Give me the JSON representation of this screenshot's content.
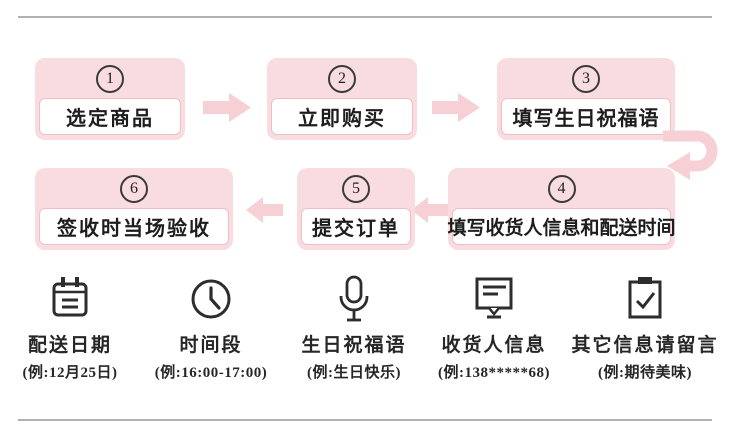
{
  "flow": {
    "steps": [
      {
        "num": "1",
        "label": "选定商品"
      },
      {
        "num": "2",
        "label": "立即购买"
      },
      {
        "num": "3",
        "label": "填写生日祝福语"
      },
      {
        "num": "4",
        "label": "填写收货人信息和配送时间"
      },
      {
        "num": "5",
        "label": "提交订单"
      },
      {
        "num": "6",
        "label": "签收时当场验收"
      }
    ]
  },
  "legend": {
    "items": [
      {
        "icon": "calendar-icon",
        "title": "配送日期",
        "example": "(例:12月25日)"
      },
      {
        "icon": "clock-icon",
        "title": "时间段",
        "example": "(例:16:00-17:00)"
      },
      {
        "icon": "microphone-icon",
        "title": "生日祝福语",
        "example": "(例:生日快乐)"
      },
      {
        "icon": "message-icon",
        "title": "收货人信息",
        "example": "(例:138*****68)"
      },
      {
        "icon": "clipboard-check-icon",
        "title": "其它信息请留言",
        "example": "(例:期待美味)"
      }
    ]
  },
  "colors": {
    "box_fill": "#f9dce0",
    "arrow_fill": "#f6d0d5",
    "label_border": "#f0bfc5",
    "divider": "#b3b0b0",
    "text": "#1d1d1d"
  }
}
